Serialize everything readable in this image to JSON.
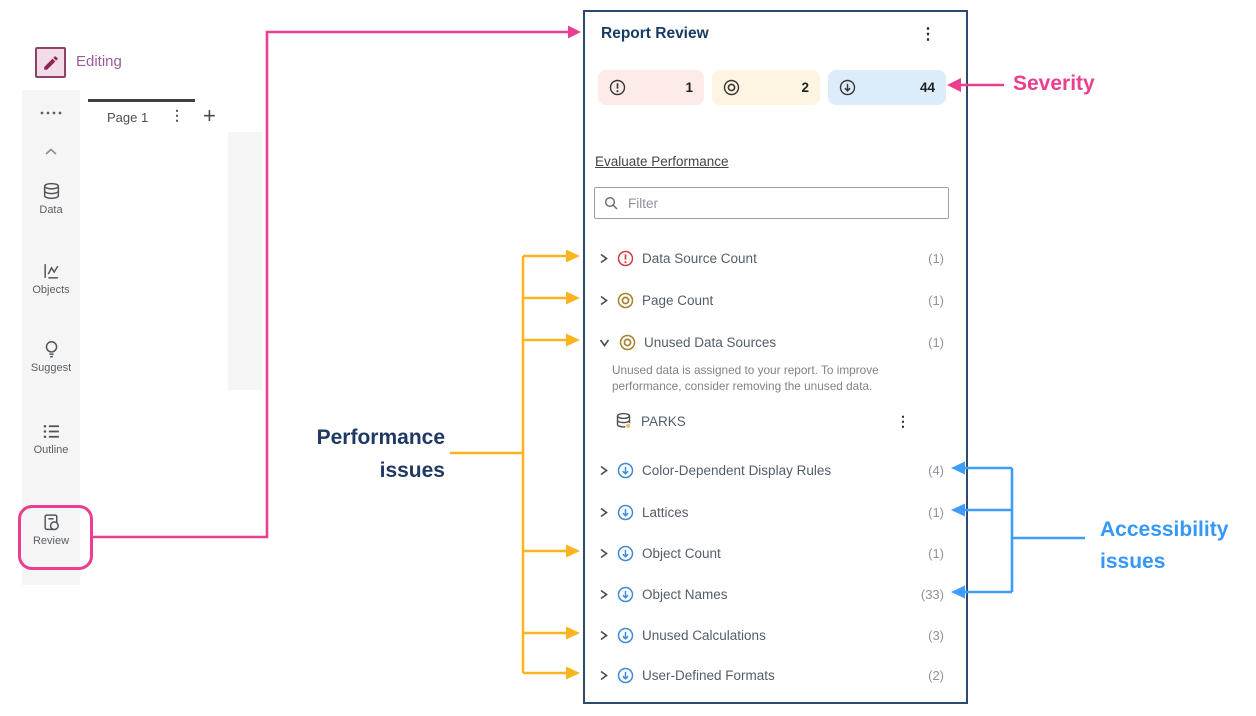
{
  "app": {
    "mode_label": "Editing",
    "tab_label": "Page 1",
    "icons": {
      "kebab": "⋮",
      "plus": "+"
    },
    "sidebar": [
      {
        "id": "data",
        "label": "Data"
      },
      {
        "id": "objects",
        "label": "Objects"
      },
      {
        "id": "suggest",
        "label": "Suggest"
      },
      {
        "id": "outline",
        "label": "Outline"
      },
      {
        "id": "review",
        "label": "Review"
      }
    ]
  },
  "panel": {
    "title": "Report Review",
    "icons": {
      "kebab": "⋮"
    },
    "badges": [
      {
        "severity": "error",
        "icon": "error-circle-icon",
        "value": "1",
        "bg": "#fcebe9"
      },
      {
        "severity": "warning",
        "icon": "target-circle-icon",
        "value": "2",
        "bg": "#fdf4e2"
      },
      {
        "severity": "info",
        "icon": "down-arrow-circle-icon",
        "value": "44",
        "bg": "#ddecfa"
      }
    ],
    "link_label": "Evaluate Performance",
    "filter_placeholder": "Filter",
    "issues": [
      {
        "label": "Data Source Count",
        "count": "(1)",
        "severity": "error",
        "expanded": false
      },
      {
        "label": "Page Count",
        "count": "(1)",
        "severity": "warning",
        "expanded": false
      },
      {
        "label": "Unused Data Sources",
        "count": "(1)",
        "severity": "warning",
        "expanded": true,
        "description": "Unused data is assigned to your report. To improve performance, consider removing the unused data.",
        "data_item": "PARKS"
      },
      {
        "label": "Color-Dependent Display Rules",
        "count": "(4)",
        "severity": "info",
        "expanded": false
      },
      {
        "label": "Lattices",
        "count": "(1)",
        "severity": "info",
        "expanded": false
      },
      {
        "label": "Object Count",
        "count": "(1)",
        "severity": "info",
        "expanded": false
      },
      {
        "label": "Object Names",
        "count": "(33)",
        "severity": "info",
        "expanded": false
      },
      {
        "label": "Unused Calculations",
        "count": "(3)",
        "severity": "info",
        "expanded": false
      },
      {
        "label": "User-Defined Formats",
        "count": "(2)",
        "severity": "info",
        "expanded": false
      }
    ]
  },
  "annotations": {
    "severity_label": "Severity",
    "performance": {
      "line1": "Performance",
      "line2": "issues"
    },
    "accessibility": {
      "line1": "Accessibility",
      "line2": "issues"
    },
    "colors": {
      "pink": "#ec3e8e",
      "yellow": "#fbb421",
      "blue": "#3e9df7"
    }
  },
  "colors": {
    "panel_border": "#2c4a6e",
    "error_icon": "#d23c3c",
    "warning_icon": "#a5812c",
    "info_icon": "#3d8ad8",
    "editing_accent": "#8f4168"
  }
}
